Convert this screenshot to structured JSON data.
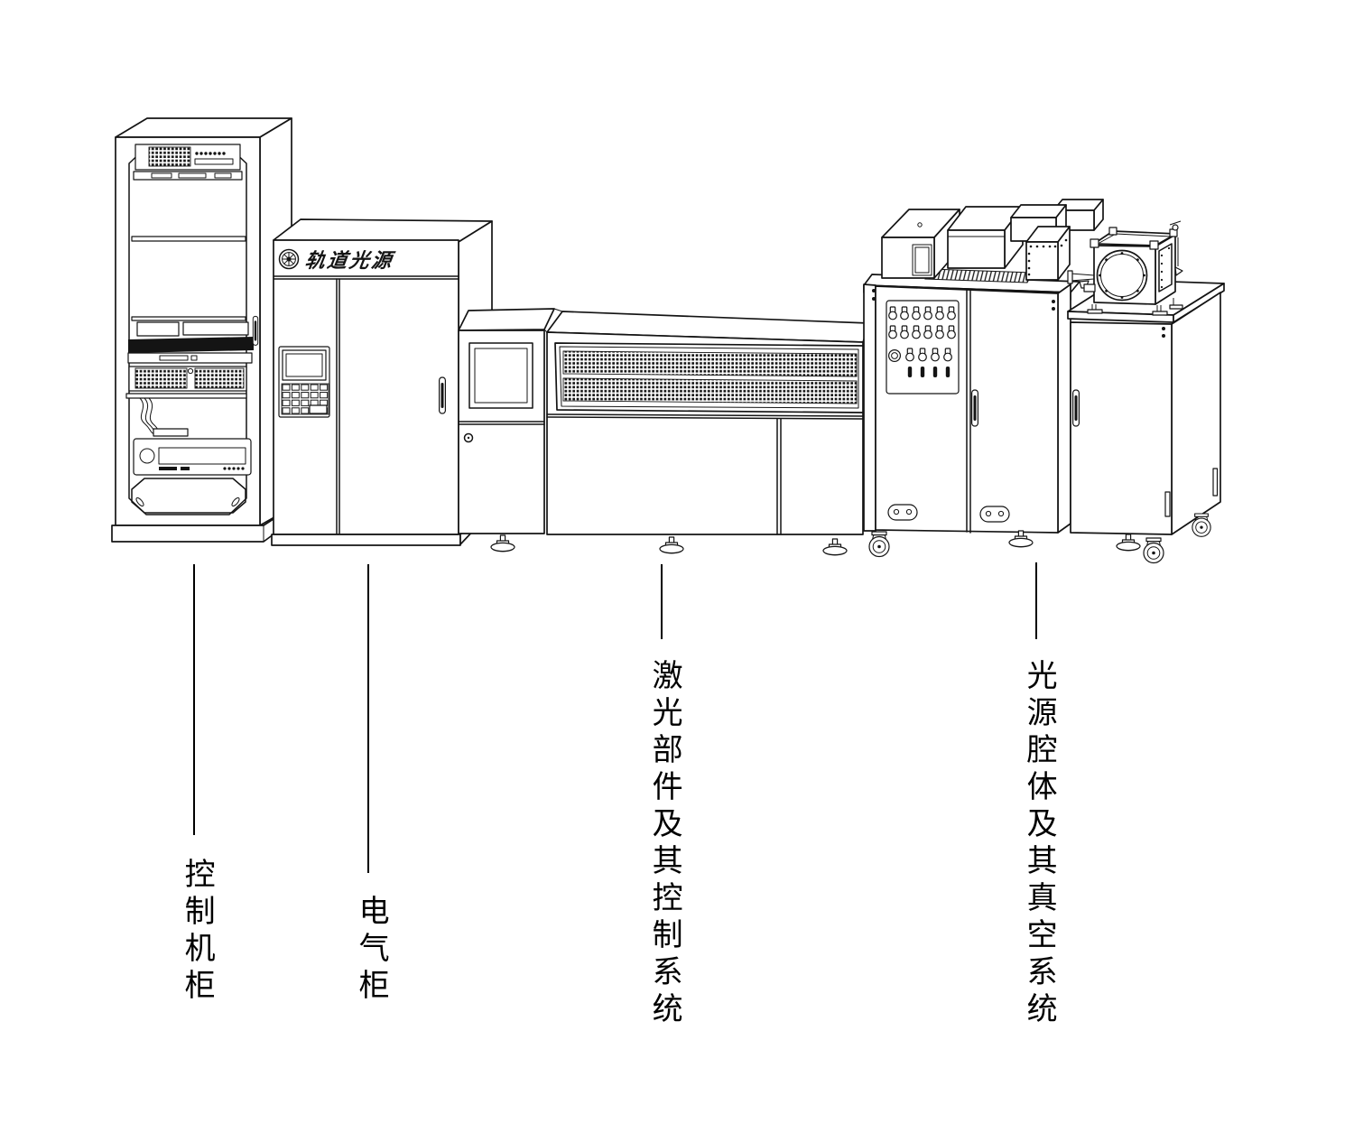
{
  "page": {
    "background": "#ffffff",
    "ink": "#141414"
  },
  "brand": {
    "logo_text": "轨道光源",
    "logo_icon": "wheel-logo"
  },
  "labels": [
    {
      "id": "control-cabinet",
      "text": "控制机柜"
    },
    {
      "id": "electrical-cabinet",
      "text": "电气柜"
    },
    {
      "id": "laser-module",
      "text": "激光部件及其控制系统"
    },
    {
      "id": "light-source-vacuum",
      "text": "光源腔体及其真空系统"
    }
  ]
}
